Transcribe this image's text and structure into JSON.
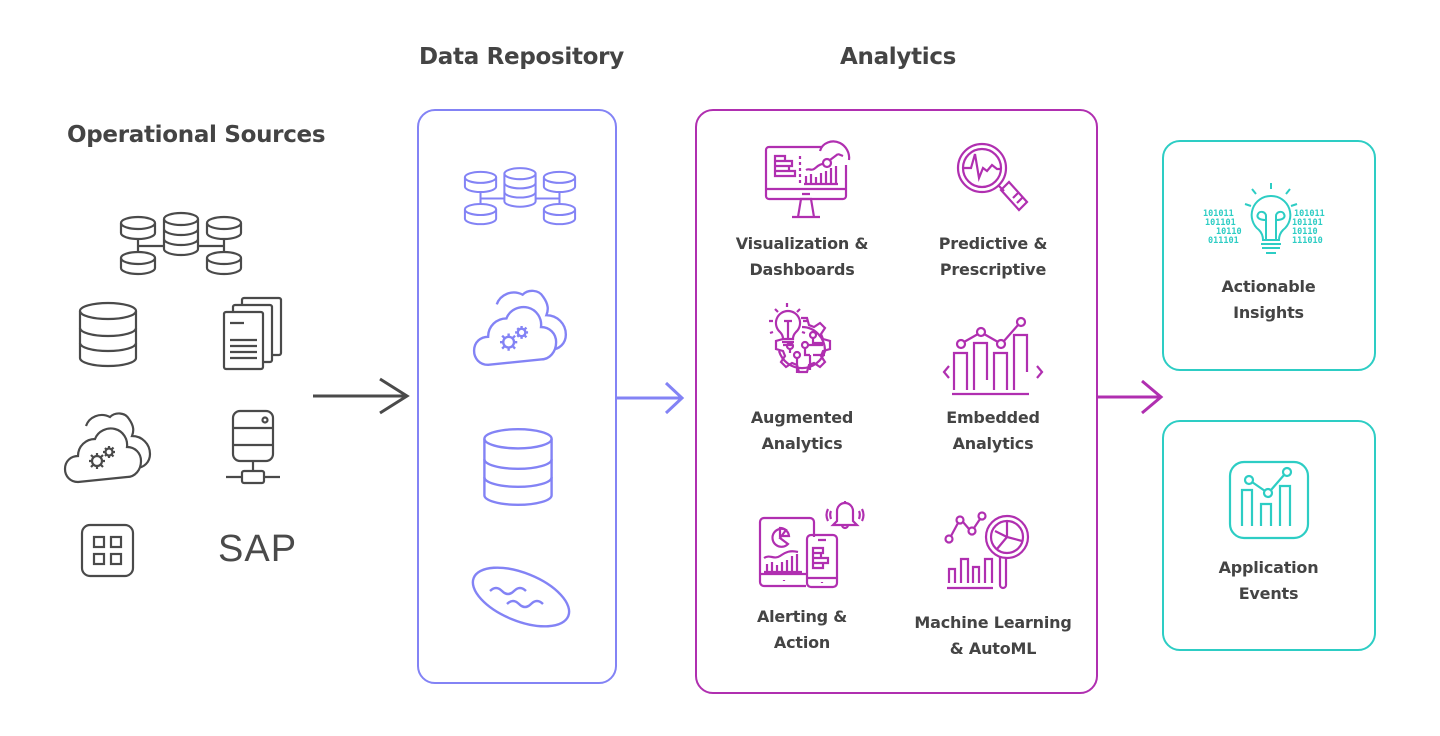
{
  "columns": {
    "sources": {
      "title": "Operational Sources",
      "items": [
        {
          "icon": "distributed-database-icon"
        },
        {
          "icon": "database-icon"
        },
        {
          "icon": "documents-icon"
        },
        {
          "icon": "cloud-gears-icon"
        },
        {
          "icon": "server-network-icon"
        },
        {
          "icon": "app-grid-icon"
        },
        {
          "icon": "sap-logo",
          "text": "SAP"
        }
      ]
    },
    "repository": {
      "title": "Data Repository",
      "items": [
        {
          "icon": "distributed-database-icon"
        },
        {
          "icon": "cloud-gears-icon"
        },
        {
          "icon": "database-icon"
        },
        {
          "icon": "data-lake-icon"
        }
      ]
    },
    "analytics": {
      "title": "Analytics",
      "items": [
        {
          "icon": "dashboard-monitor-icon",
          "line1": "Visualization &",
          "line2": "Dashboards"
        },
        {
          "icon": "magnifier-pulse-icon",
          "line1": "Predictive &",
          "line2": "Prescriptive"
        },
        {
          "icon": "gear-lightbulb-icon",
          "line1": "Augmented",
          "line2": "Analytics"
        },
        {
          "icon": "embedded-chart-icon",
          "line1": "Embedded",
          "line2": "Analytics"
        },
        {
          "icon": "devices-bell-icon",
          "line1": "Alerting &",
          "line2": "Action"
        },
        {
          "icon": "ml-chart-magnifier-icon",
          "line1": "Machine Learning",
          "line2": "& AutoML"
        }
      ]
    },
    "outputs": {
      "items": [
        {
          "icon": "binary-lightbulb-icon",
          "line1": "Actionable",
          "line2": "Insights",
          "binary_left": [
            "101011",
            "101101",
            "10110",
            "011101"
          ],
          "binary_right": [
            "101011",
            "101101",
            "10110",
            "111010"
          ]
        },
        {
          "icon": "app-chart-icon",
          "line1": "Application",
          "line2": "Events"
        }
      ]
    }
  },
  "colors": {
    "sources": "#4a4a4a",
    "repository": "#8383f5",
    "analytics": "#b02fb0",
    "outputs": "#2dcdc4",
    "text": "#444444"
  }
}
